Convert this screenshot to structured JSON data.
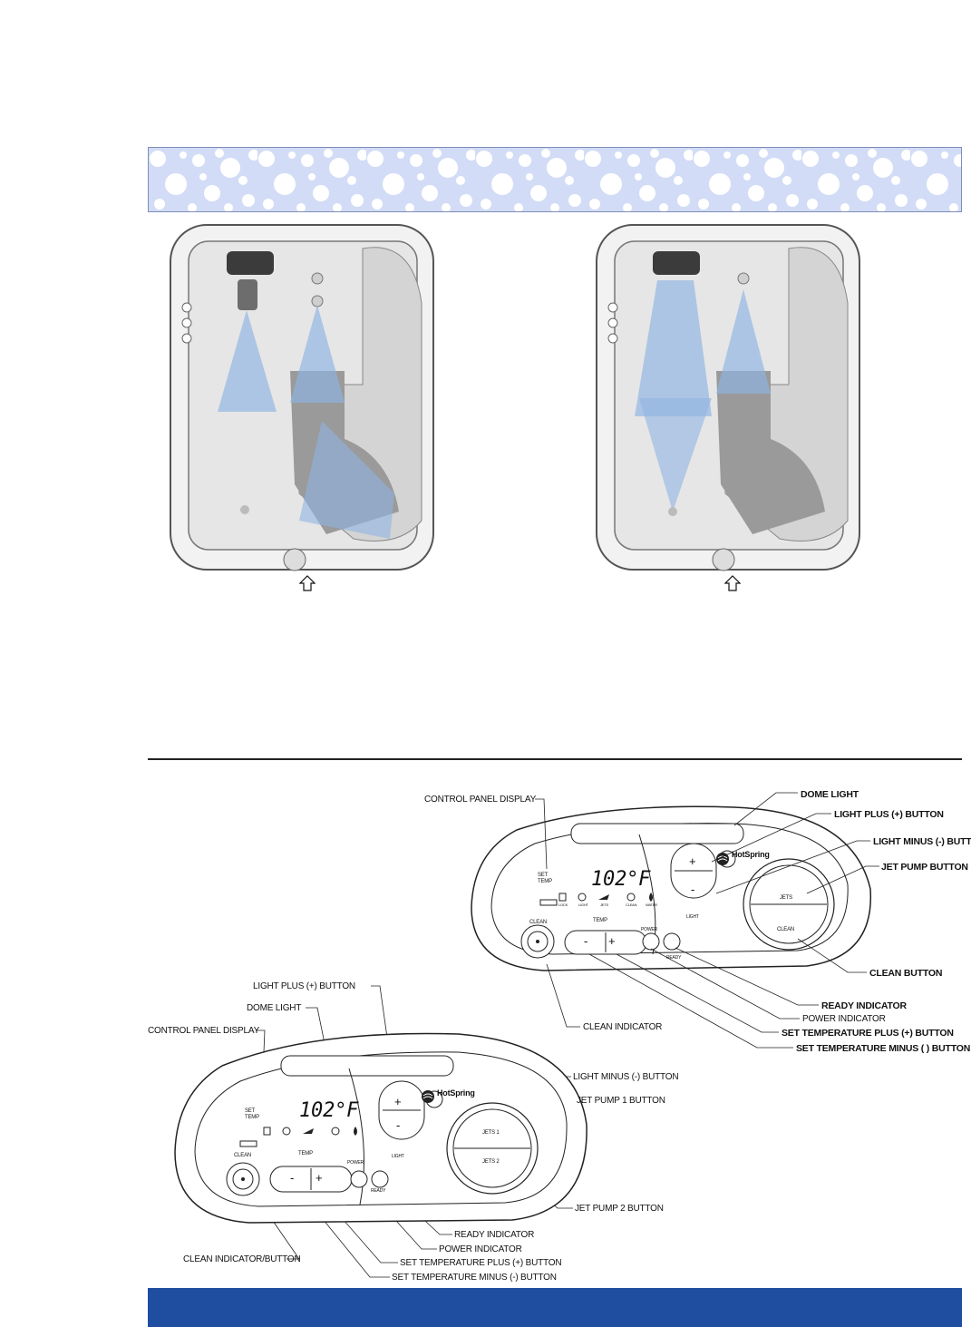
{
  "panel_a": {
    "labels": {
      "control_panel_display": "CONTROL PANEL DISPLAY",
      "dome_light": "DOME LIGHT",
      "light_plus": "LIGHT PLUS (+) BUTTON",
      "light_minus": "LIGHT MINUS (-) BUTTON",
      "jet_pump": "JET PUMP BUTTON",
      "clean_button": "CLEAN BUTTON",
      "ready_indicator": "READY INDICATOR",
      "power_indicator": "POWER INDICATOR",
      "clean_indicator": "CLEAN INDICATOR",
      "set_temp_plus": "SET TEMPERATURE PLUS (+) BUTTON",
      "set_temp_minus": "SET TEMPERATURE MINUS ( ) BUTTON"
    },
    "device": {
      "set_temp": "SET\nTEMP",
      "temperature": "102°F",
      "brand": "HotSpring",
      "icons": [
        "LOCK",
        "LIGHT",
        "JETS",
        "CLEAN",
        "WATER"
      ],
      "clean": "CLEAN",
      "temp": "TEMP",
      "minus": "-",
      "plus": "+",
      "power": "POWER",
      "ready": "READY",
      "light": "LIGHT",
      "jets": "JETS",
      "clean_btn": "CLEAN"
    }
  },
  "panel_b": {
    "labels": {
      "light_plus": "LIGHT PLUS (+) BUTTON",
      "dome_light": "DOME LIGHT",
      "control_panel_display": "CONTROL PANEL DISPLAY",
      "light_minus": "LIGHT MINUS (-) BUTTON",
      "jet_pump_1": "JET PUMP 1 BUTTON",
      "jet_pump_2": "JET PUMP 2 BUTTON",
      "ready_indicator": "READY INDICATOR",
      "power_indicator": "POWER INDICATOR",
      "clean_indicator": "CLEAN INDICATOR/BUTTON",
      "set_temp_plus": "SET TEMPERATURE PLUS (+) BUTTON",
      "set_temp_minus": "SET TEMPERATURE MINUS (-) BUTTON"
    },
    "device": {
      "set_temp": "SET\nTEMP",
      "temperature": "102°F",
      "brand": "HotSpring",
      "clean": "CLEAN",
      "temp": "TEMP",
      "minus": "-",
      "plus": "+",
      "power": "POWER",
      "ready": "READY",
      "light": "LIGHT",
      "jets1": "JETS 1",
      "jets2": "JETS 2"
    }
  },
  "colors": {
    "banner": "#d2dcf6",
    "footer": "#1f4ea1",
    "spray": "#8fb4e3"
  },
  "icons": [
    "up-arrow-icon",
    "hotspring-logo-icon",
    "lock-icon",
    "light-icon",
    "jets-icon",
    "clean-icon",
    "water-drop-icon"
  ]
}
